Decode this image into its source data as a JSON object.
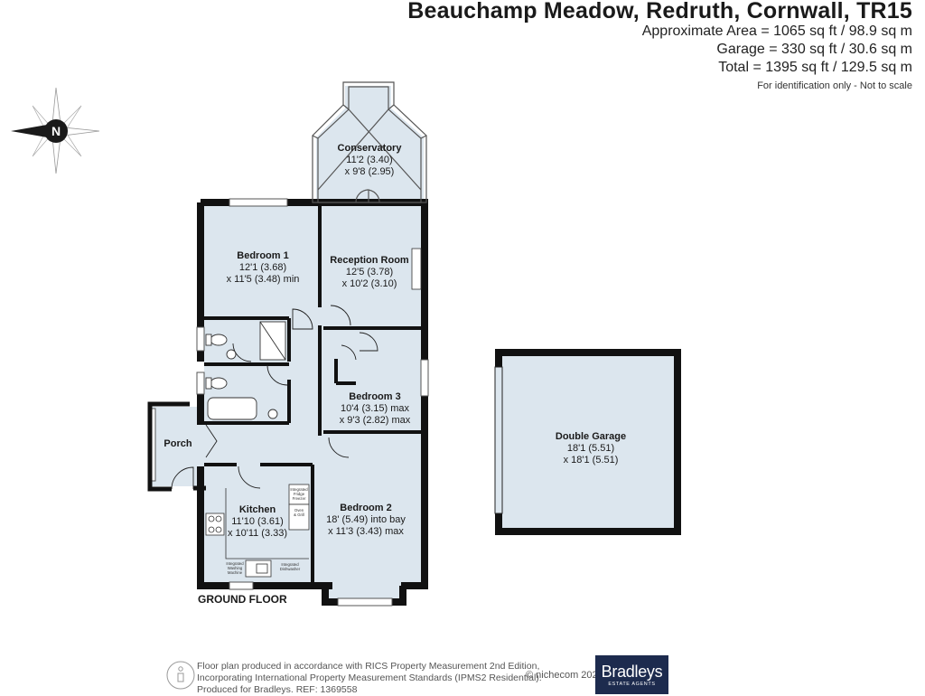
{
  "header": {
    "title": "Beauchamp Meadow, Redruth, Cornwall, TR15",
    "areas": [
      "Approximate Area = 1065 sq ft / 98.9 sq m",
      "Garage = 330 sq ft / 30.6 sq m",
      "Total = 1395 sq ft / 129.5 sq m"
    ],
    "note": "For identification only - Not to scale"
  },
  "compass": {
    "letter": "N",
    "icon": "compass-rose-icon"
  },
  "rooms": {
    "conservatory": {
      "name": "Conservatory",
      "dim1": "11'2 (3.40)",
      "dim2": "x 9'8 (2.95)"
    },
    "bedroom1": {
      "name": "Bedroom 1",
      "dim1": "12'1 (3.68)",
      "dim2": "x 11'5 (3.48) min"
    },
    "reception": {
      "name": "Reception Room",
      "dim1": "12'5 (3.78)",
      "dim2": "x 10'2 (3.10)"
    },
    "bedroom3": {
      "name": "Bedroom 3",
      "dim1": "10'4 (3.15) max",
      "dim2": "x 9'3 (2.82) max"
    },
    "porch": {
      "name": "Porch"
    },
    "kitchen": {
      "name": "Kitchen",
      "dim1": "11'10 (3.61)",
      "dim2": "x 10'11 (3.33)"
    },
    "bedroom2": {
      "name": "Bedroom 2",
      "dim1": "18' (5.49) into bay",
      "dim2": "x 11'3 (3.43) max"
    },
    "garage": {
      "name": "Double Garage",
      "dim1": "18'1 (5.51)",
      "dim2": "x 18'1 (5.51)"
    }
  },
  "appliances": {
    "fridge_1": "Integrated",
    "fridge_2": "Fridge",
    "fridge_3": "Freezer",
    "oven_1": "Oven",
    "oven_2": "& Grill",
    "washer_1": "Integrated",
    "washer_2": "Washing",
    "washer_3": "Machine",
    "dish_1": "Integrated",
    "dish_2": "Dishwasher"
  },
  "floor_label": "GROUND FLOOR",
  "footer": {
    "line1": "Floor plan produced in accordance with RICS Property Measurement 2nd Edition,",
    "line2": "Incorporating International Property Measurement Standards (IPMS2 Residential).",
    "line3": "Produced for Bradleys.   REF: 1369558",
    "credit": "© nichecom 2025."
  },
  "logo": {
    "name": "Bradleys",
    "sub": "ESTATE AGENTS",
    "color": "#1d2b4e"
  },
  "colors": {
    "floor_fill": "#dce6ee",
    "wall": "#111111",
    "window": "#ffffff"
  }
}
